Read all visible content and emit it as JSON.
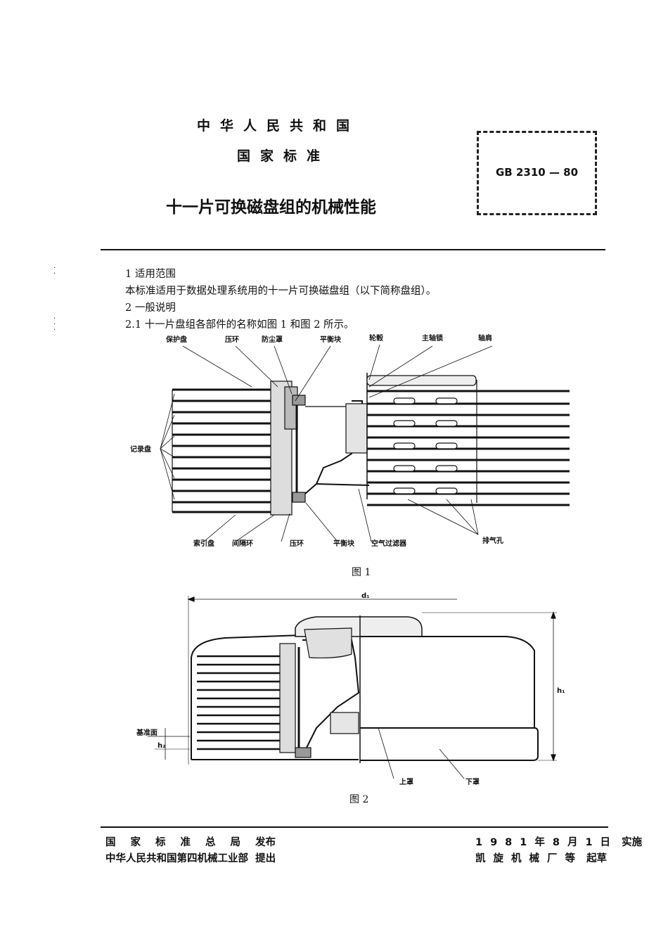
{
  "header": {
    "country": "中华人民共和国",
    "standard_type": "国家标准",
    "title": "十一片可换磁盘组的机械性能",
    "code": "GB 2310 — 80"
  },
  "body": {
    "s1_heading": "1 适用范围",
    "s1_text": "本标准适用于数据处理系统用的十一片可换磁盘组（以下简称盘组）。",
    "s2_heading": "2 一般说明",
    "s21_text": "2.1 十一片盘组各部件的名称如图 1 和图 2 所示。"
  },
  "figure1": {
    "caption": "图 1",
    "labels": {
      "protect_disk": "保护盘",
      "press_ring_top": "压环",
      "dust_cover": "防尘罩",
      "balance_top": "平衡块",
      "hub": "轮毂",
      "spindle_lock": "主轴锁",
      "shoulder": "轴肩",
      "record_disk": "记录盘",
      "index_disk": "索引盘",
      "spacer_ring": "间隔环",
      "press_ring_bottom": "压环",
      "balance_bottom": "平衡块",
      "air_filter": "空气过滤器",
      "vent_holes": "排气孔"
    }
  },
  "figure2": {
    "caption": "图 2",
    "labels": {
      "d1": "d₁",
      "h1": "h₁",
      "h2": "h₂",
      "datum": "基准面",
      "upper_cover": "上罩",
      "lower_cover": "下罩"
    }
  },
  "footer": {
    "left1": "国家标准总局",
    "left1_suffix": "发布",
    "left2": "中华人民共和国第四机械工业部",
    "left2_suffix": "提出",
    "right1": "1981年8月1日",
    "right1_suffix": "实施",
    "right2": "凯旋机械厂等",
    "right2_suffix": "起草"
  }
}
